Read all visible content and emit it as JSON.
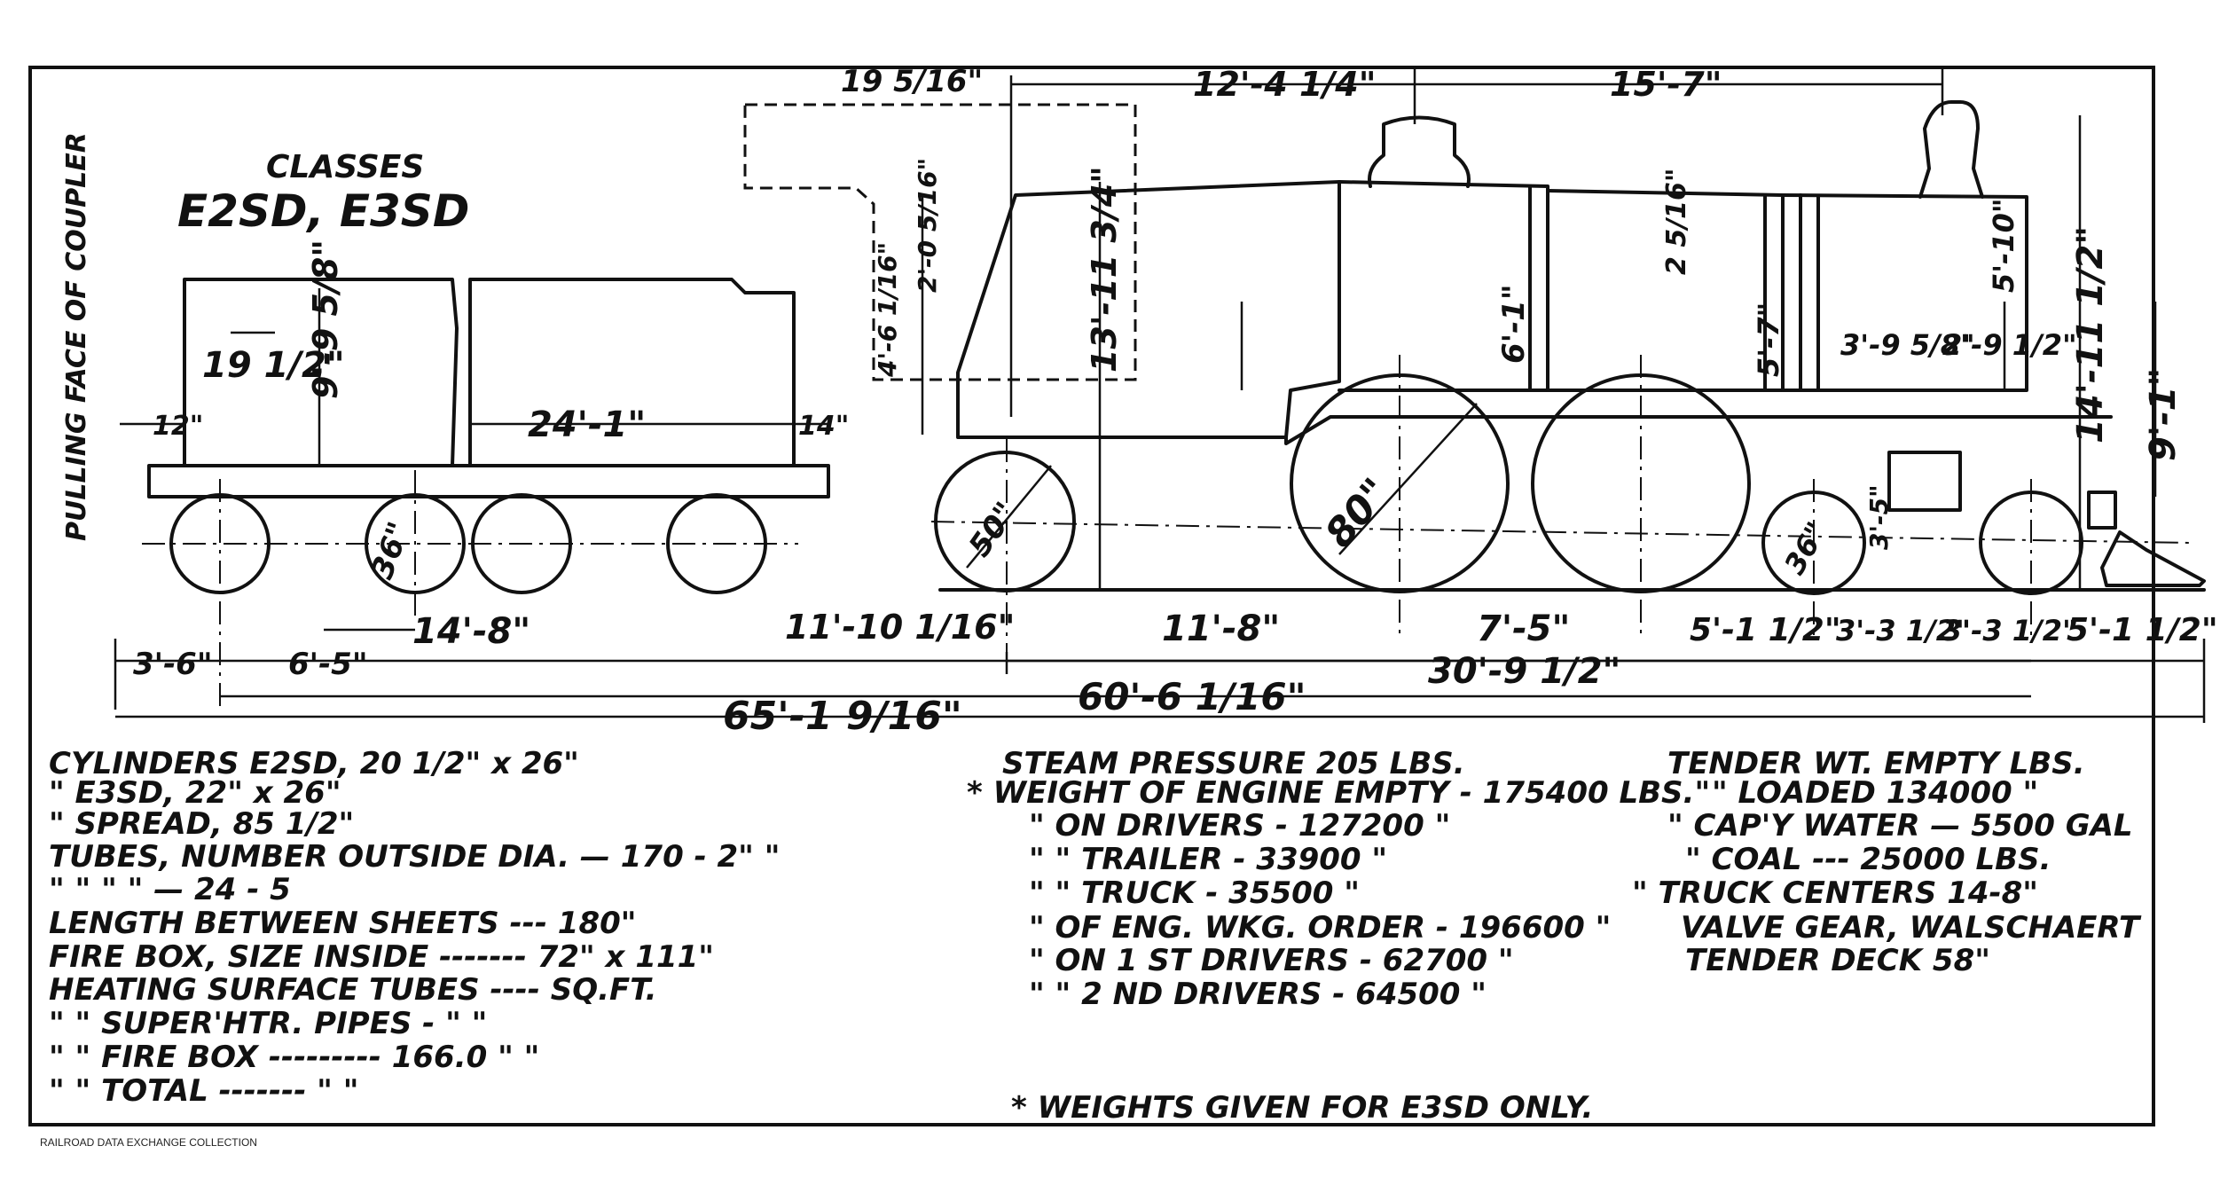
{
  "title": {
    "classes_label": "CLASSES",
    "class_names": "E2SD, E3SD"
  },
  "side_label": "PULLING FACE OF COUPLER",
  "dimensions": {
    "top_left": "19 5/16\"",
    "top_mid": "12'-4 1/4\"",
    "top_right": "15'-7\"",
    "cab_height": "13'-11 3/4\"",
    "cab_side_a": "4'-6 1/16\"",
    "cab_side_b": "2'-0 5/16\"",
    "boiler_a": "6'-1\"",
    "boiler_b": "5'-7\"",
    "boiler_c": "2 5/16\"",
    "dome_a": "3'-9 5/8\"",
    "dome_b": "2'-9 1/2\"",
    "stack": "5'-10\"",
    "front_height": "14'-11 1/2\"",
    "front_height_b": "9'-1\"",
    "tender_w": "19 1/2\"",
    "tender_h": "9'-9 5/8\"",
    "tender_len": "24'-1\"",
    "tender_left": "12\"",
    "tender_right": "14\"",
    "tender_wheel": "36\"",
    "trailer_wheel": "50\"",
    "driver_wheel": "80\"",
    "truck_wheel": "36\"",
    "truck_h": "3'-5\"",
    "row1": [
      "3'-6\"",
      "6'-5\"",
      "14'-8\"",
      "11'-10 1/16\"",
      "11'-8\"",
      "7'-5\"",
      "5'-1 1/2\"",
      "3'-3 1/2\"",
      "3'-3 1/2\"",
      "5'-1 1/2\""
    ],
    "wheelbase_engine": "30'-9 1/2\"",
    "wheelbase_total": "60'-6 1/16\"",
    "overall": "65'-1 9/16\""
  },
  "specs_left": [
    "CYLINDERS  E2SD, 20 1/2\" x 26\"",
    "   \"     E3SD, 22\" x 26\"",
    "   \"     SPREAD, 85 1/2\"",
    "TUBES, NUMBER OUTSIDE DIA. — 170 - 2\" \"",
    "  \"      \"      \"      \" — 24 - 5",
    "LENGTH BETWEEN SHEETS --- 180\"",
    "FIRE BOX, SIZE INSIDE ------- 72\" x 111\"",
    "HEATING SURFACE  TUBES ----            SQ.FT.",
    "  \"     \" SUPER'HTR. PIPES -              \"  \"",
    "  \"     \"  FIRE BOX --------- 166.0   \"  \"",
    "  \"     \"  TOTAL -------              \"  \""
  ],
  "specs_mid": [
    "STEAM PRESSURE 205 LBS.",
    "* WEIGHT OF ENGINE EMPTY - 175400 LBS.\"",
    "  \"     ON DRIVERS  -   127200 \"",
    "  \"      \" TRAILER  -    33900 \"",
    "  \"      \" TRUCK    -    35500 \"",
    "  \"     OF ENG. WKG. ORDER - 196600 \"",
    "  \"     ON 1 ST DRIVERS  -  62700 \"",
    "  \"      \" 2 ND DRIVERS  -  64500 \""
  ],
  "specs_right": [
    "TENDER WT. EMPTY                LBS.",
    "   \"   LOADED  134000 \"",
    "\"  CAP'Y WATER — 5500 GAL",
    "   \"   COAL --- 25000 LBS.",
    "\" TRUCK CENTERS 14-8\"",
    "VALVE GEAR, WALSCHAERT",
    "TENDER DECK        58\""
  ],
  "footnote": "* WEIGHTS GIVEN FOR E3SD ONLY.",
  "credit": "RAILROAD DATA EXCHANGE COLLECTION"
}
